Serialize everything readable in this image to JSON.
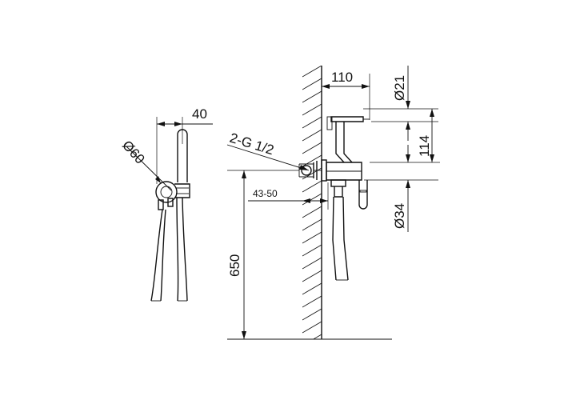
{
  "drawing": {
    "labels": {
      "dim_40": "40",
      "dim_d60": "Ø60",
      "dim_110": "110",
      "dim_d21": "Ø21",
      "dim_thread": "2-G 1/2",
      "dim_114": "114",
      "dim_range": "43-50",
      "dim_d34": "Ø34",
      "dim_650": "650"
    },
    "colors": {
      "line": "#111111",
      "background": "#ffffff"
    }
  }
}
